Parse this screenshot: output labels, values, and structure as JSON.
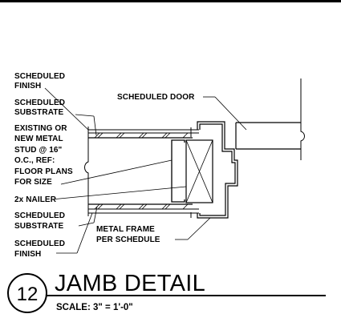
{
  "labels": {
    "finish_top": [
      "SCHEDULED",
      "FINISH"
    ],
    "substrate_top": [
      "SCHEDULED",
      "SUBSTRATE"
    ],
    "stud": [
      "EXISTING OR",
      "NEW METAL",
      "STUD @ 16\"",
      "O.C., REF:",
      "FLOOR PLANS",
      "FOR SIZE"
    ],
    "nailer": [
      "2x NAILER"
    ],
    "substrate_bottom": [
      "SCHEDULED",
      "SUBSTRATE"
    ],
    "finish_bottom": [
      "SCHEDULED",
      "FINISH"
    ],
    "door": [
      "SCHEDULED DOOR"
    ],
    "frame": [
      "METAL FRAME",
      "PER SCHEDULE"
    ]
  },
  "title": {
    "number": "12",
    "name": "JAMB DETAIL",
    "scale": "SCALE: 3\" = 1'-0\""
  }
}
